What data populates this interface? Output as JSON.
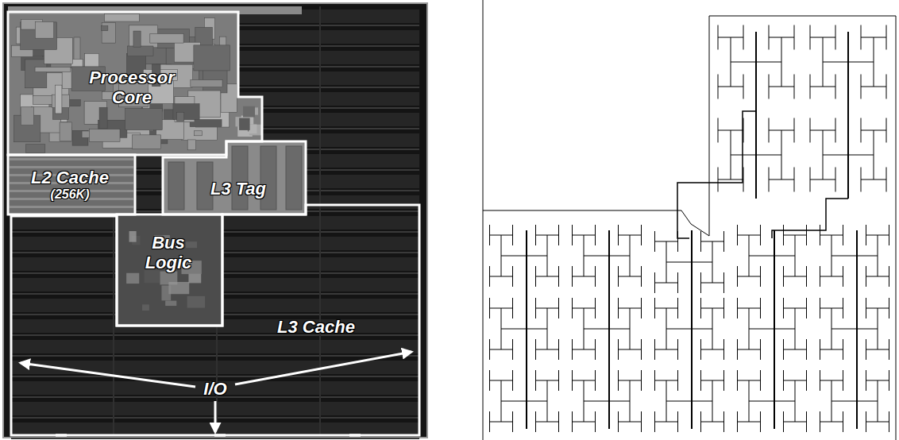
{
  "diagram": {
    "nodes": [
      {
        "text": [
          "Processor Core"
        ]
      },
      {
        "text": [
          "L2 Cache",
          "(256K)"
        ]
      },
      {
        "text": [
          "L3 Tag"
        ]
      },
      {
        "text": [
          "Bus Logic"
        ]
      },
      {
        "text": [
          "L3 Cache"
        ]
      }
    ],
    "labels": [
      "I/O"
    ]
  }
}
